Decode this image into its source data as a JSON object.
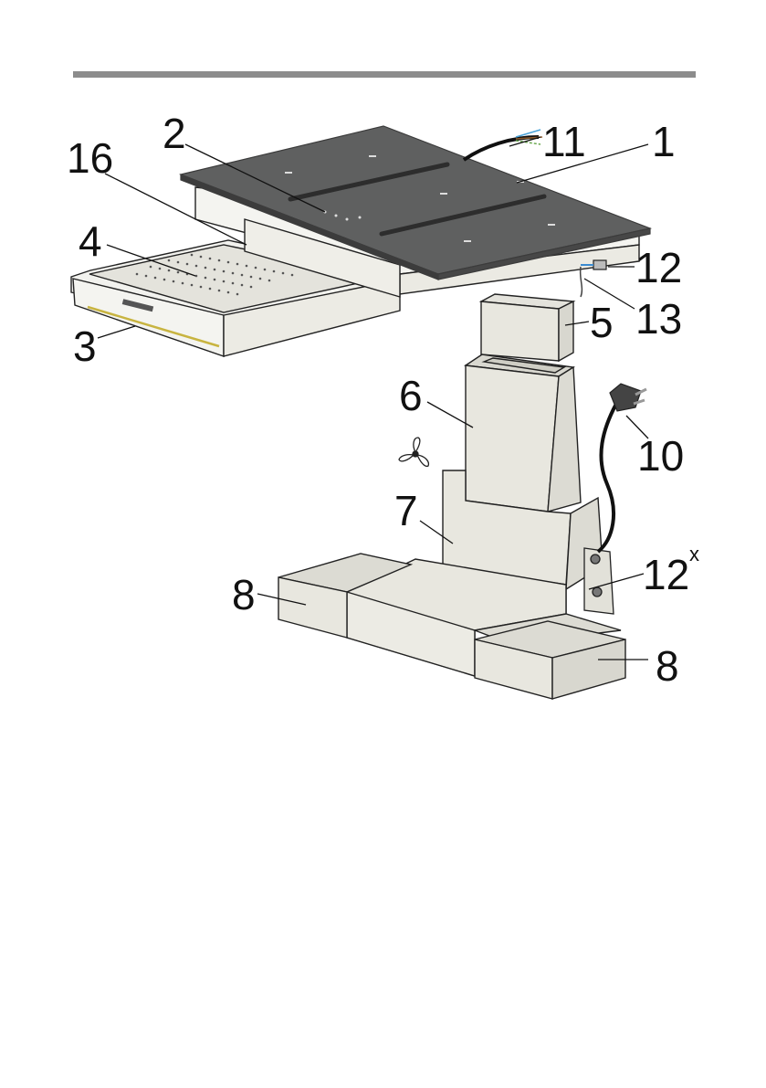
{
  "colors": {
    "cooktop_top": "#5f6060",
    "cooktop_edge": "#3c3c3c",
    "housing": "#f2f2ee",
    "duct": "#e8e7df",
    "line": "#222222",
    "rule": "#8c8c8c"
  },
  "callouts": {
    "c1": "1",
    "c2": "2",
    "c3": "3",
    "c4": "4",
    "c5": "5",
    "c6": "6",
    "c7": "7",
    "c8a": "8",
    "c8b": "8",
    "c10": "10",
    "c11": "11",
    "c12": "12",
    "c12x": "12",
    "c12x_sup": "x",
    "c13": "13",
    "c16": "16"
  },
  "icons": [
    "fan-icon",
    "power-plug-icon"
  ]
}
